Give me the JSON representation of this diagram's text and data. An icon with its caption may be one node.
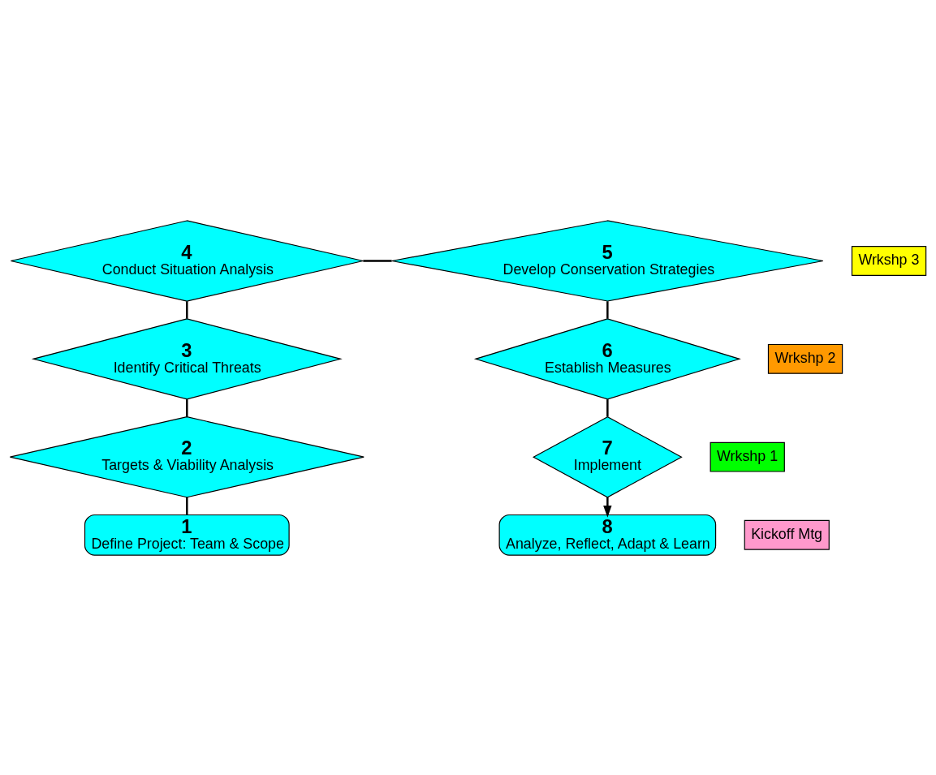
{
  "diagram": {
    "nodes": [
      {
        "text": [
          "1",
          "Define Project: Team & Scope"
        ]
      },
      {
        "text": [
          "2",
          "Targets & Viability Analysis"
        ]
      },
      {
        "text": [
          "3",
          "Identify Critical Threats"
        ]
      },
      {
        "text": [
          "4",
          "Conduct Situation Analysis"
        ]
      },
      {
        "text": [
          "5",
          "Develop Conservation Strategies"
        ]
      },
      {
        "text": [
          "6",
          "Establish Measures"
        ]
      },
      {
        "text": [
          "7",
          "Implement"
        ]
      },
      {
        "text": [
          "8",
          "Analyze, Reflect, Adapt & Learn"
        ]
      },
      {
        "text": [
          "Wrkshp 3"
        ]
      },
      {
        "text": [
          "Wrkshp 2"
        ]
      },
      {
        "text": [
          "Kickoff Mtg"
        ]
      },
      {
        "text": [
          "Wrkshp 1"
        ]
      }
    ],
    "edges": [
      {
        "from": 0,
        "to": 1,
        "arrow": "none"
      },
      {
        "from": 1,
        "to": 2,
        "arrow": "none"
      },
      {
        "from": 2,
        "to": 3,
        "arrow": "none"
      },
      {
        "from": 3,
        "to": 4,
        "arrow": "none"
      },
      {
        "from": 4,
        "to": 5,
        "arrow": "none"
      },
      {
        "from": 5,
        "to": 6,
        "arrow": "none"
      },
      {
        "from": 6,
        "to": 7,
        "arrow": "to"
      }
    ]
  }
}
